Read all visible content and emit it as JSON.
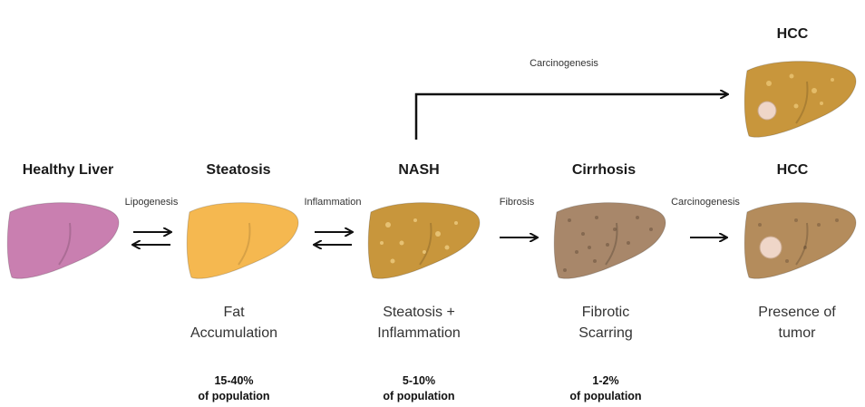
{
  "top_branch": {
    "label": "Carcinogenesis",
    "target_title": "HCC"
  },
  "stages": [
    {
      "id": "healthy",
      "title": "Healthy Liver",
      "desc": [
        "",
        ""
      ],
      "pct": [
        "",
        ""
      ],
      "color": "#c97fb0"
    },
    {
      "id": "steatosis",
      "title": "Steatosis",
      "desc": [
        "Fat",
        "Accumulation"
      ],
      "pct": [
        "15-40%",
        "of population"
      ],
      "color": "#f5b850"
    },
    {
      "id": "nash",
      "title": "NASH",
      "desc": [
        "Steatosis +",
        "Inflammation"
      ],
      "pct": [
        "5-10%",
        "of population"
      ],
      "color": "#c8963c"
    },
    {
      "id": "cirrhosis",
      "title": "Cirrhosis",
      "desc": [
        "Fibrotic",
        "Scarring"
      ],
      "pct": [
        "1-2%",
        "of population"
      ],
      "color": "#a8876a"
    },
    {
      "id": "hcc",
      "title": "HCC",
      "desc": [
        "Presence of",
        "tumor"
      ],
      "pct": [
        "",
        ""
      ],
      "color": "#b48c5c"
    }
  ],
  "transitions": [
    {
      "label": "Lipogenesis",
      "type": "reversible"
    },
    {
      "label": "Inflammation",
      "type": "reversible"
    },
    {
      "label": "Fibrosis",
      "type": "forward"
    },
    {
      "label": "Carcinogenesis",
      "type": "forward"
    }
  ],
  "colors": {
    "healthy": "#c97fb0",
    "steatosis": "#f5b850",
    "nash": "#c8963c",
    "cirrhosis": "#a8876a",
    "hcc": "#b48c5c",
    "tumor": "#efd6c8",
    "arrow": "#111111"
  }
}
